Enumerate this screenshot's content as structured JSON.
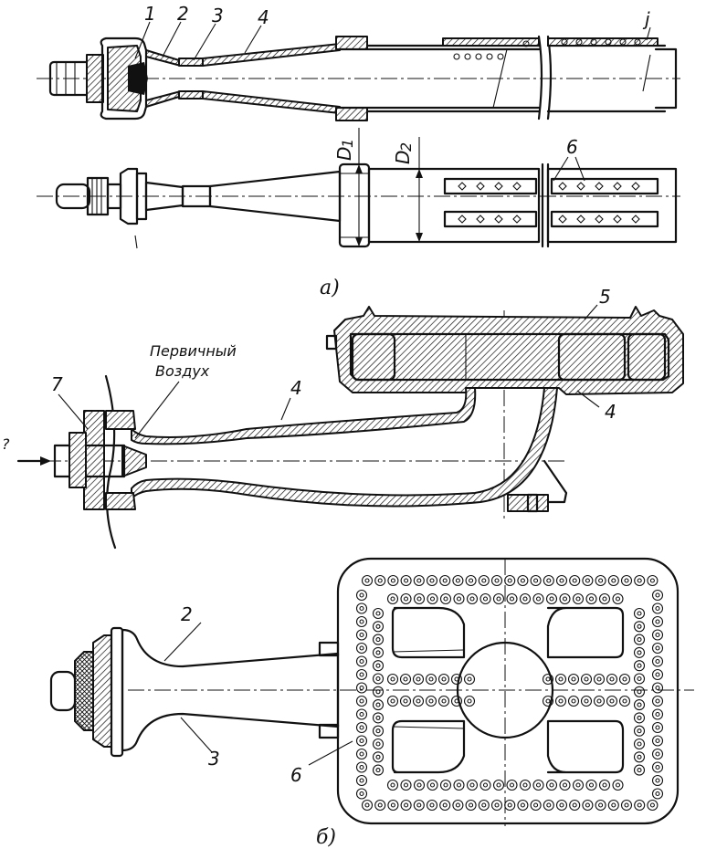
{
  "labels": {
    "part_1": "1",
    "part_2": "2",
    "part_3": "3",
    "part_4": "4",
    "part_5": "5",
    "part_6": "6",
    "part_7": "7",
    "top_right_mark": "j",
    "d1": "D",
    "d1_sub": "1",
    "d2": "D",
    "d2_sub": "2",
    "primary_air_line1": "Первичный",
    "primary_air_line2": "Воздух",
    "gas_inlet": "?",
    "caption_a": "а)",
    "caption_b": "б)"
  },
  "colors": {
    "ink": "#111111",
    "paper": "#ffffff"
  }
}
